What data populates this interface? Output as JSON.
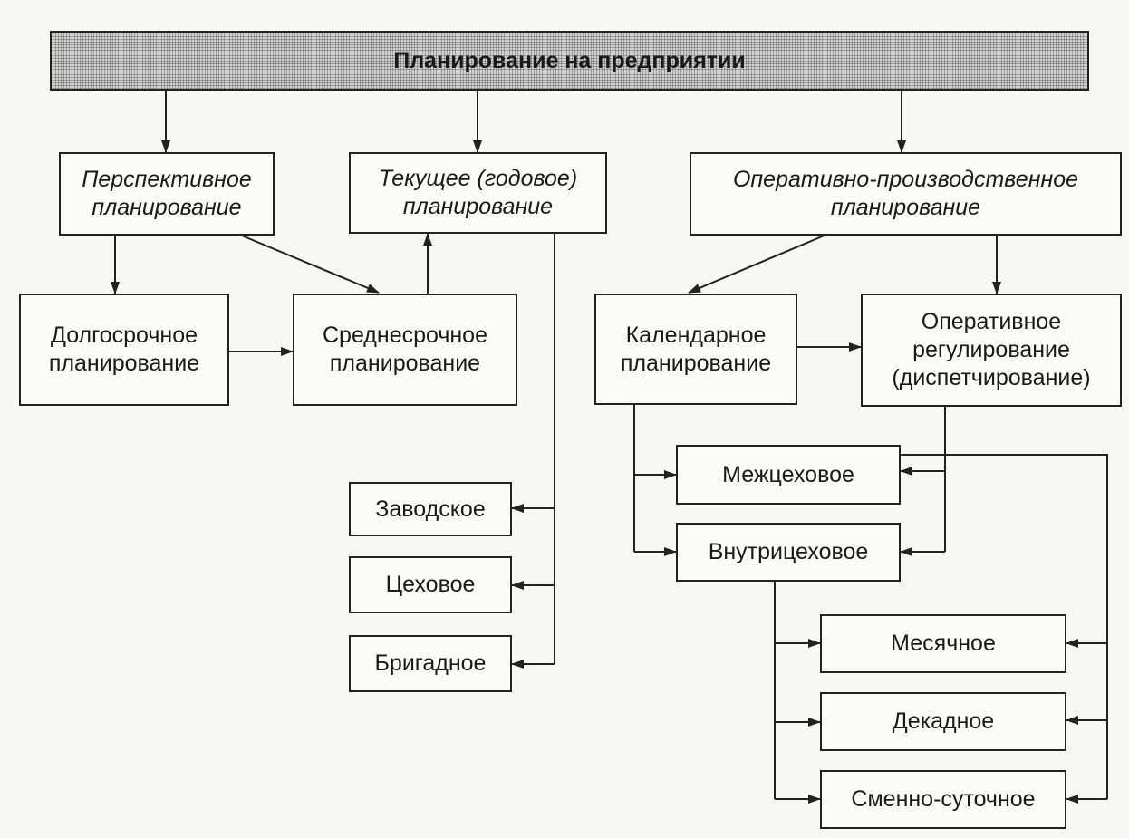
{
  "title": "Планирование на предприятии",
  "nodes": {
    "perspective": "Перспективное\nпланирование",
    "current": "Текущее (годовое)\nпланирование",
    "operational": "Оперативно-производственное\nпланирование",
    "long_term": "Долгосрочное\nпланирование",
    "mid_term": "Среднесрочное\nпланирование",
    "calendar": "Календарное\nпланирование",
    "dispatching": "Оперативное\nрегулирование\n(диспетчирование)",
    "factory": "Заводское",
    "workshop": "Цеховое",
    "brigade": "Бригадное",
    "inter_shop": "Межцеховое",
    "intra_shop": "Внутрицеховое",
    "monthly": "Месячное",
    "decade": "Декадное",
    "shift_daily": "Сменно-суточное"
  }
}
